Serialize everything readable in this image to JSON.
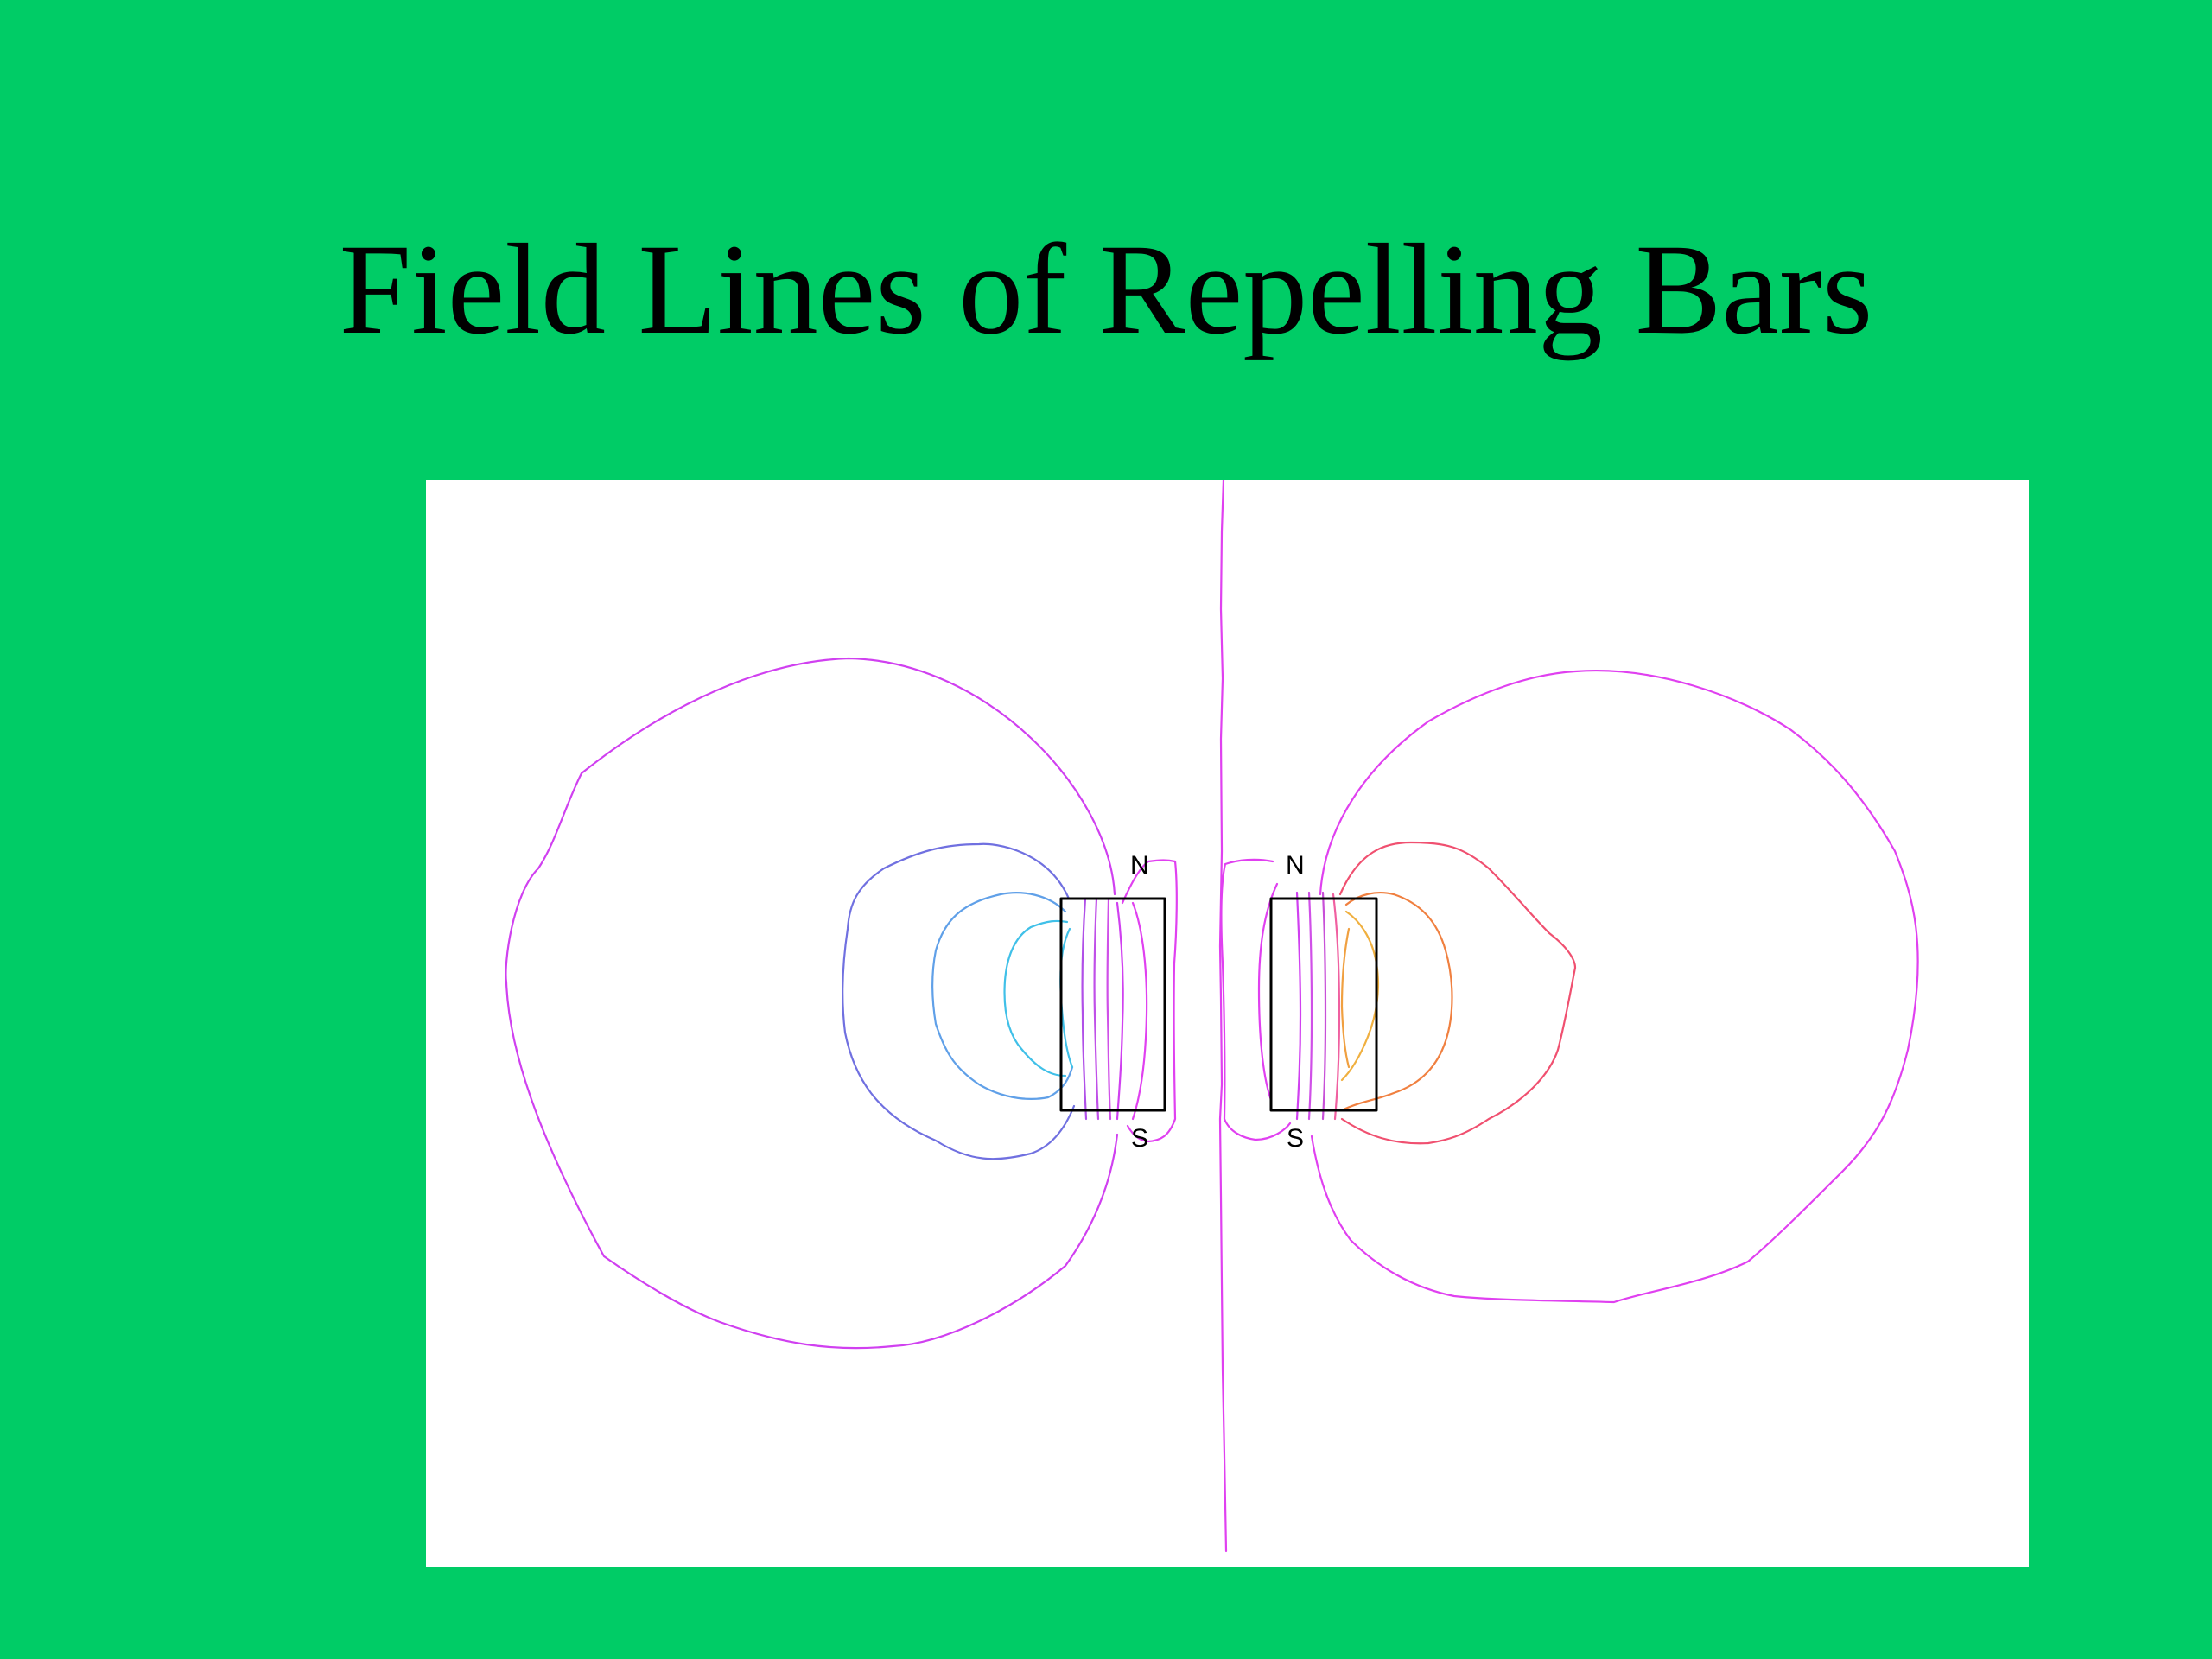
{
  "slide": {
    "title": "Field Lines of Repelling Bars",
    "background_color": "#00CC66"
  },
  "diagram": {
    "panel_color": "#FFFFFF",
    "magnets": [
      {
        "north_label": "N",
        "south_label": "S"
      },
      {
        "north_label": "N",
        "south_label": "S"
      }
    ],
    "line_colors": {
      "magenta": "#E040F0",
      "violet": "#C040E0",
      "blue": "#7070E0",
      "light_blue": "#60A0E8",
      "cyan": "#40C0E8",
      "red": "#F05070",
      "orange": "#F08040",
      "yellow_orange": "#F0B040",
      "outline": "#000000"
    }
  }
}
